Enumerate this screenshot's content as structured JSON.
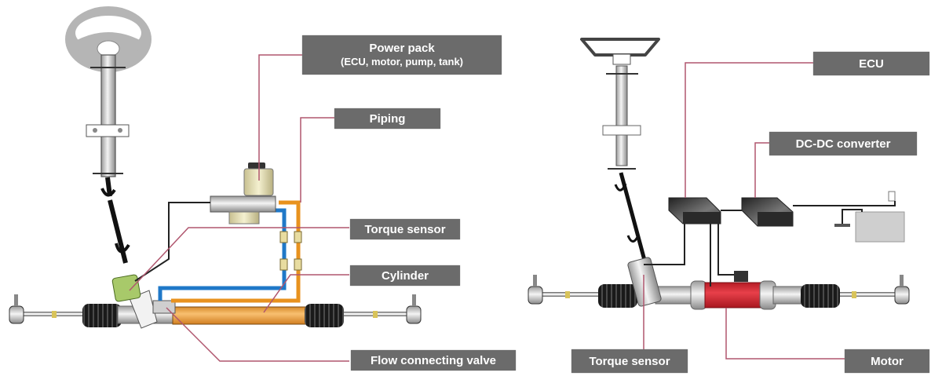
{
  "diagrams": {
    "hydraulic": {
      "labels": {
        "power_pack_title": "Power pack",
        "power_pack_sub": "(ECU, motor, pump, tank)",
        "piping": "Piping",
        "torque_sensor": "Torque sensor",
        "cylinder": "Cylinder",
        "flow_valve": "Flow connecting valve"
      }
    },
    "electric": {
      "labels": {
        "ecu": "ECU",
        "dcdc": "DC-DC converter",
        "torque_sensor": "Torque sensor",
        "motor": "Motor"
      }
    }
  },
  "colors": {
    "label_bg": "#6b6b6b",
    "leader_line": "#b0566e",
    "oil_pipe_orange": "#e8921e",
    "oil_pipe_blue": "#1f78c8",
    "cylinder": "#f0a640",
    "motor_red": "#d8262f",
    "torque_sensor_green": "#a8c96a"
  }
}
